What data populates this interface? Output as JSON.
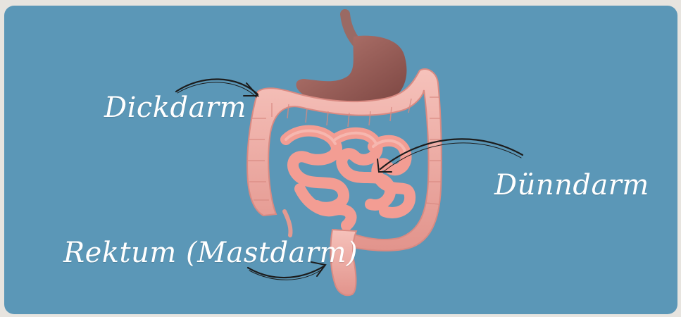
{
  "labels": {
    "dickdarm": "Dickdarm",
    "duenndarm": "Dünndarm",
    "rektum": "Rektum (Mastdarm)"
  },
  "colors": {
    "background": "#5b97b7",
    "intestine": "#f0a8a0",
    "small_intestine": "#f3988e",
    "stomach": "#8f5550",
    "arrow": "#1c1c1c",
    "text": "#ffffff"
  },
  "icons": {
    "organ": "digestive-tract-illustration",
    "arrow": "hand-drawn-arrow"
  }
}
